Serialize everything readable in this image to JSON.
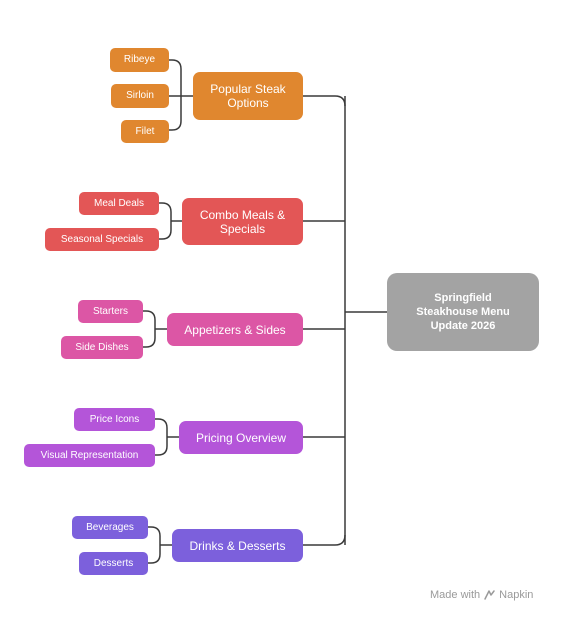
{
  "root": {
    "label": "Springfield Steakhouse Menu Update 2026"
  },
  "categories": [
    {
      "label": "Popular Steak Options",
      "color": "#e0872f",
      "children": [
        "Ribeye",
        "Sirloin",
        "Filet"
      ]
    },
    {
      "label": "Combo Meals & Specials",
      "color": "#e35656",
      "children": [
        "Meal Deals",
        "Seasonal Specials"
      ]
    },
    {
      "label": "Appetizers & Sides",
      "color": "#dc56a5",
      "children": [
        "Starters",
        "Side Dishes"
      ]
    },
    {
      "label": "Pricing Overview",
      "color": "#b455d9",
      "children": [
        "Price Icons",
        "Visual Representation"
      ]
    },
    {
      "label": "Drinks & Desserts",
      "color": "#7c60dc",
      "children": [
        "Beverages",
        "Desserts"
      ]
    }
  ],
  "footer": {
    "made_with": "Made with",
    "brand": "Napkin"
  }
}
